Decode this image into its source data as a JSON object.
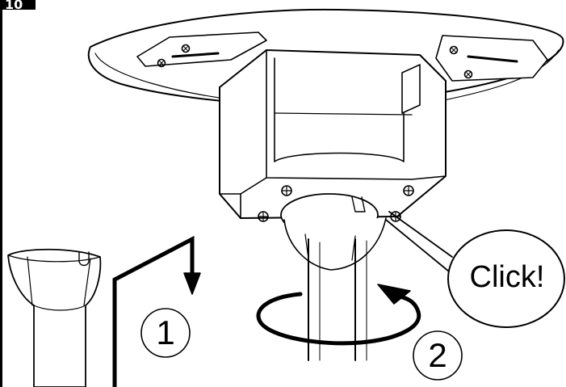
{
  "step_number": "10",
  "callout_text": "Click!",
  "steps": [
    {
      "label": "1"
    },
    {
      "label": "2"
    }
  ]
}
